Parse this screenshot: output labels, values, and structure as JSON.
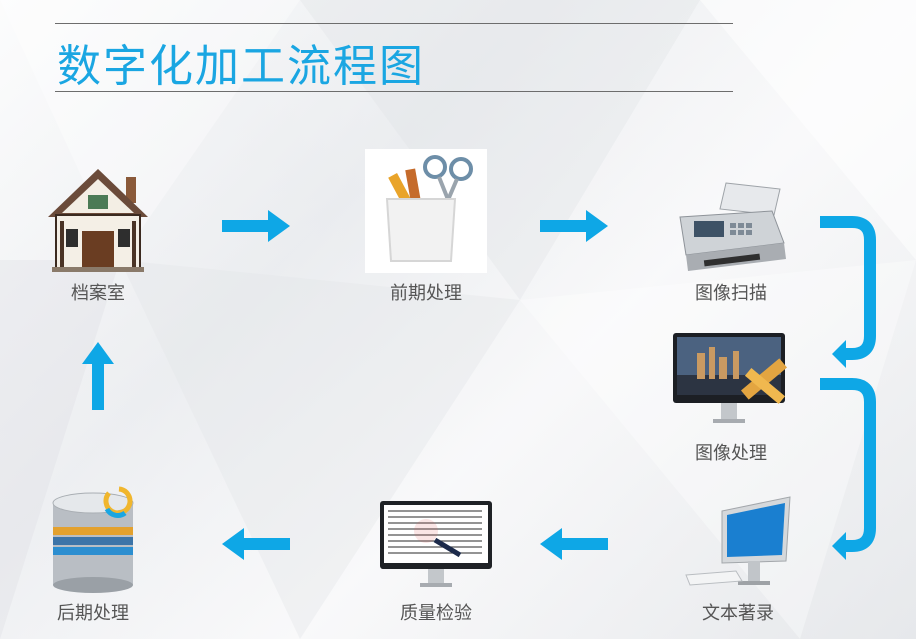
{
  "title": "数字化加工流程图",
  "colors": {
    "accent": "#1aa6e2",
    "arrow": "#0ea7e6",
    "label": "#555555"
  },
  "steps": [
    {
      "label": "档案室",
      "icon": "house-icon"
    },
    {
      "label": "前期处理",
      "icon": "pencil-cup-scissors-icon"
    },
    {
      "label": "图像扫描",
      "icon": "fax-scanner-icon"
    },
    {
      "label": "图像处理",
      "icon": "monitor-ruler-icon"
    },
    {
      "label": "文本著录",
      "icon": "desktop-computer-icon"
    },
    {
      "label": "质量检验",
      "icon": "monitor-magnifier-icon"
    },
    {
      "label": "后期处理",
      "icon": "database-icon"
    }
  ]
}
